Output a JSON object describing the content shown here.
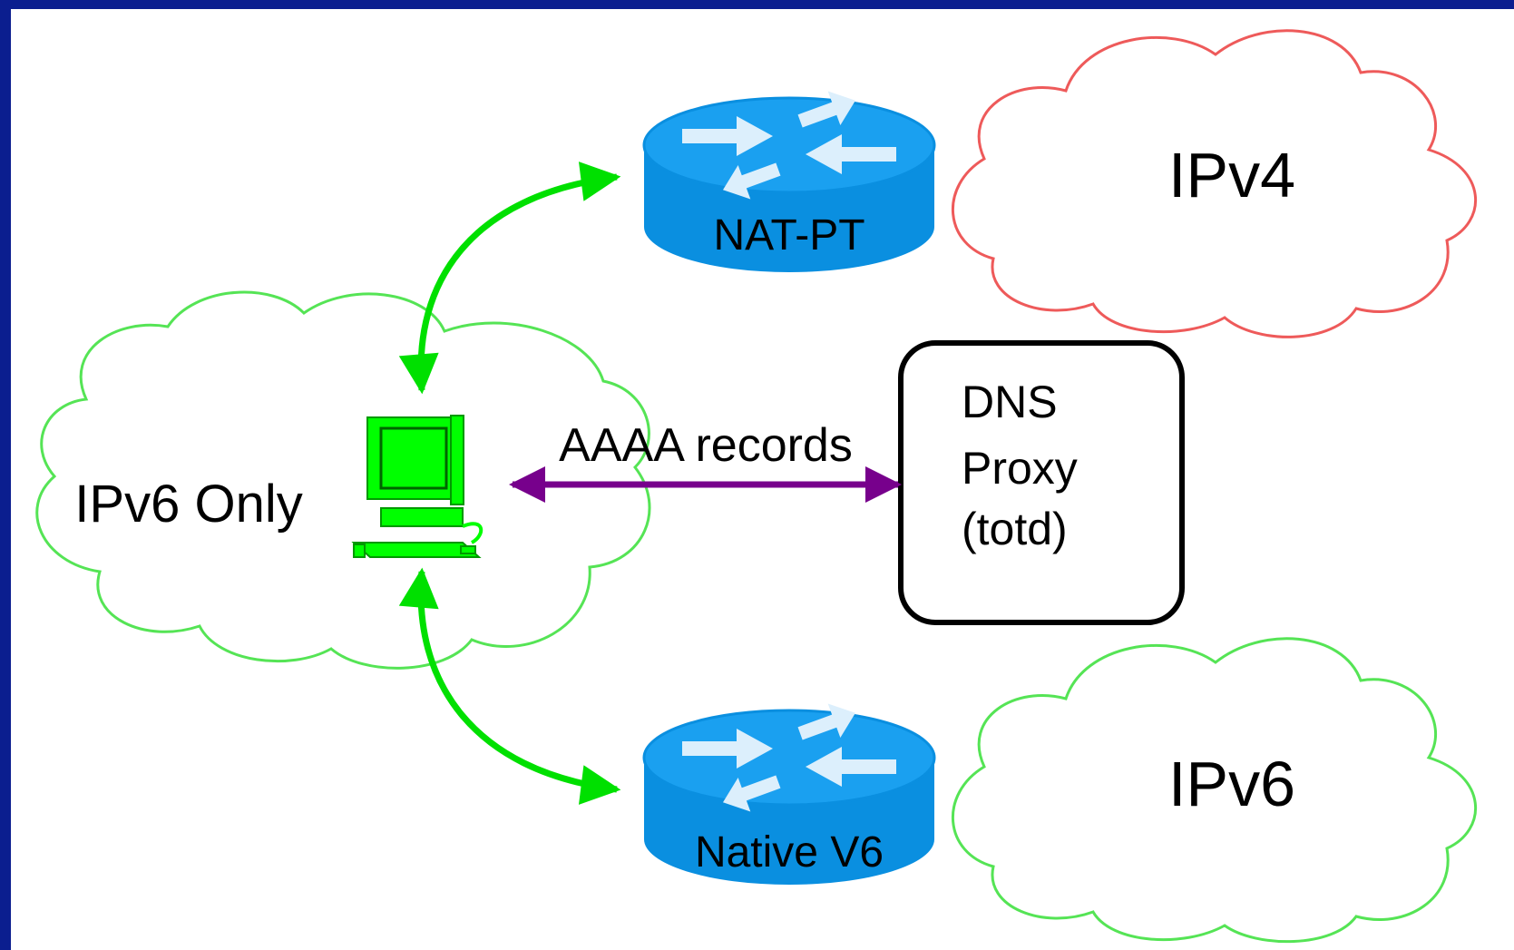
{
  "colors": {
    "frame": "#0b1e8f",
    "canvas": "#ffffff",
    "ipv4_cloud": "#ee5a5a",
    "ipv6_cloud": "#55e455",
    "router_body": "#0a8fe0",
    "router_top": "#1aa0f0",
    "router_arrows": "#dceffc",
    "green_link": "#00e000",
    "purple_link": "#77008c",
    "computer": "#00ff00",
    "dns_border": "#000000",
    "text": "#000000"
  },
  "nodes": {
    "ipv6_only": {
      "label": "IPv6 Only",
      "icon": "desktop-computer-icon"
    },
    "nat_pt": {
      "label": "NAT-PT",
      "icon": "router-icon"
    },
    "native_v6": {
      "label": "Native V6",
      "icon": "router-icon"
    },
    "ipv4_cloud": {
      "label": "IPv4"
    },
    "ipv6_cloud": {
      "label": "IPv6"
    },
    "dns_proxy": {
      "lines": [
        "DNS",
        "Proxy",
        "(totd)"
      ]
    }
  },
  "edges": {
    "dns_query": {
      "label": "AAAA records"
    }
  }
}
